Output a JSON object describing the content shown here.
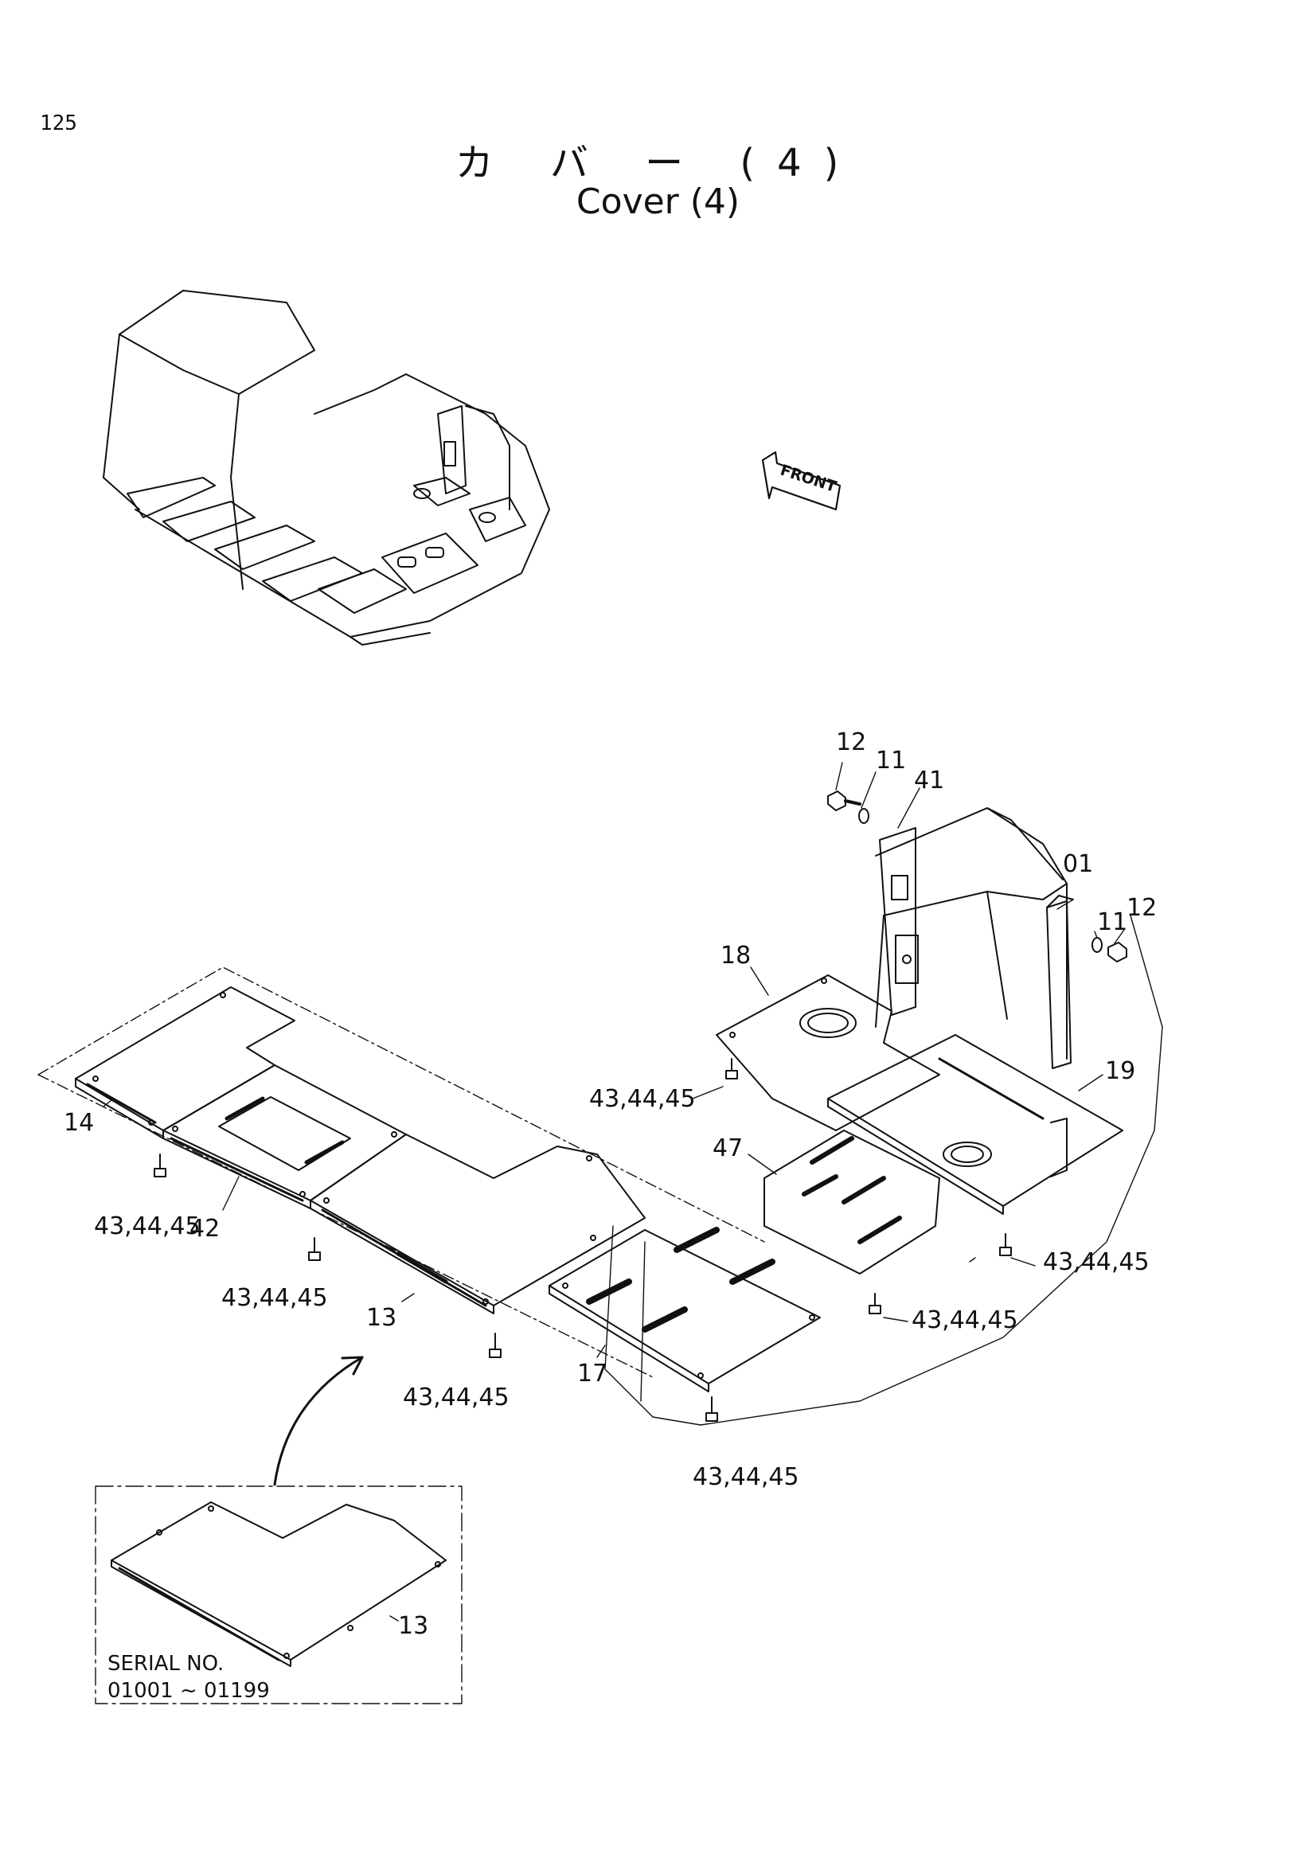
{
  "page_number": "125",
  "title_jp": "カ バ ー (4)",
  "title_en": "Cover (4)",
  "front_label": "FRONT",
  "serial": {
    "line1": "SERIAL  NO.",
    "line2": "01001 ~ 01199"
  },
  "callouts": {
    "c12a": "12",
    "c11a": "11",
    "c41": "41",
    "c01": "01",
    "c11b": "11",
    "c12b": "12",
    "c18": "18",
    "c19": "19",
    "c47": "47",
    "c14": "14",
    "c42": "42",
    "c13": "13",
    "c17": "17",
    "c13inset": "13",
    "f1": "43,44,45",
    "f2": "43,44,45",
    "f3": "43,44,45",
    "f4": "43,44,45",
    "f5": "43,44,45",
    "f6": "43,44,45",
    "f7": "43,44,45"
  }
}
